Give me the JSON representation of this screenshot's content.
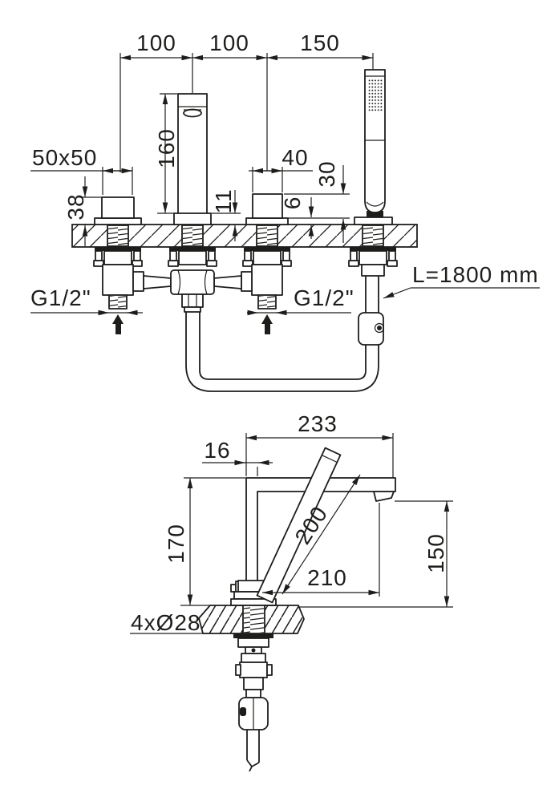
{
  "drawing": {
    "type": "technical-installation-diagram",
    "subject": "4-hole deck mounted bathtub faucet with hand shower",
    "colors": {
      "line": "#1d1d1b",
      "background": "#ffffff"
    },
    "top": {
      "dim100a": "100",
      "dim100b": "100",
      "dim150": "150",
      "dim50x50": "50x50",
      "dim38": "38",
      "dim160": "160",
      "dim11": "11",
      "dim40": "40",
      "dim6": "6",
      "dim30": "30",
      "threadLeft": "G1/2\"",
      "threadRight": "G1/2\"",
      "hoseLength": "L=1800 mm"
    },
    "bottom": {
      "dim233": "233",
      "dim16": "16",
      "dim170": "170",
      "dim200": "200",
      "dim210": "210",
      "dim150": "150",
      "holes": "4xØ28"
    }
  }
}
